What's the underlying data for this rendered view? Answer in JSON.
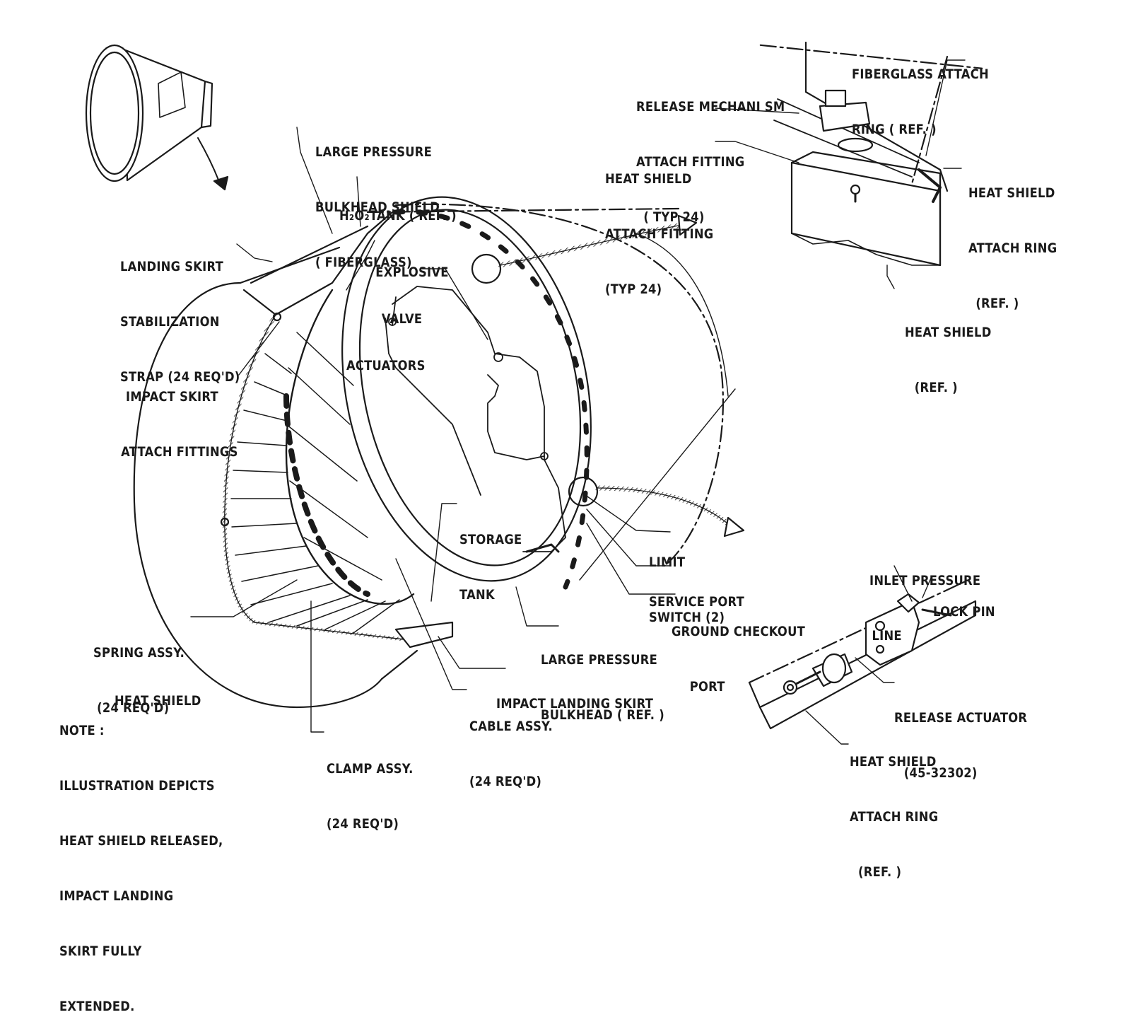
{
  "diagram": {
    "labels": {
      "fiberglass_attach_ring": [
        "FIBERGLASS ATTACH",
        "RING ( REF. )"
      ],
      "release_mechanism_fitting": [
        "RELEASE MECHANI SM",
        "ATTACH FITTING",
        "( TYP 24)"
      ],
      "heat_shield_attach_fitting": [
        "HEAT SHIELD",
        "ATTACH FITTING",
        "(TYP 24)"
      ],
      "heat_shield_attach_ring_top": [
        "HEAT SHIELD",
        "ATTACH RING",
        "(REF. )"
      ],
      "heat_shield_ref_top": [
        "HEAT SHIELD",
        "(REF. )"
      ],
      "large_pressure_bulkhead_shield": [
        "LARGE PRESSURE",
        "BULKHEAD SHIELD",
        "( FIBERGLASS)"
      ],
      "h2o2_tank": "H₂O₂TANK ( REF. )",
      "landing_skirt_strap": [
        "LANDING SKIRT",
        "STABILIZATION",
        "STRAP (24 REQ'D)"
      ],
      "explosive_valve_actuators": [
        "EXPLOSIVE",
        "VALVE",
        "ACTUATORS"
      ],
      "impact_skirt_attach_fittings": [
        "IMPACT SKIRT",
        "ATTACH FITTINGS"
      ],
      "storage_tank": [
        "STORAGE",
        "TANK"
      ],
      "limit_switch": [
        "LIMIT",
        "SWITCH (2)"
      ],
      "service_port": "SERVICE PORT",
      "ground_checkout_port": [
        "GROUND CHECKOUT",
        "PORT"
      ],
      "spring_assy": [
        "SPRING ASSY.",
        "(24 REQ'D)"
      ],
      "large_pressure_bulkhead": [
        "LARGE PRESSURE",
        "BULKHEAD ( REF. )"
      ],
      "heat_shield": "HEAT SHIELD",
      "impact_landing_skirt": "IMPACT LANDING SKIRT",
      "cable_assy": [
        "CABLE ASSY.",
        "(24 REQ'D)"
      ],
      "clamp_assy": [
        "CLAMP ASSY.",
        "(24 REQ'D)"
      ],
      "note": [
        "NOTE :",
        "ILLUSTRATION DEPICTS",
        "HEAT SHIELD RELEASED,",
        "IMPACT LANDING",
        "SKIRT FULLY",
        "EXTENDED."
      ],
      "inlet_pressure_line": [
        "INLET PRESSURE",
        "LINE"
      ],
      "lock_pin": "LOCK PIN",
      "release_actuator": [
        "RELEASE ACTUATOR",
        "(45-32302)"
      ],
      "heat_shield_attach_ring_bottom": [
        "HEAT SHIELD",
        "ATTACH RING",
        "(REF. )"
      ]
    }
  }
}
